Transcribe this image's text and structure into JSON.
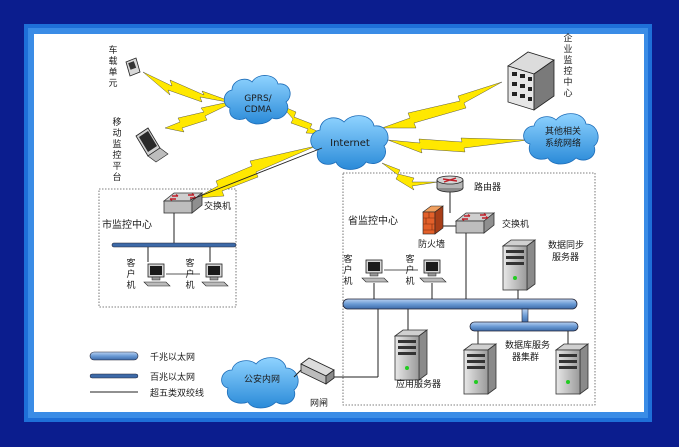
{
  "colors": {
    "background": "#0b1d8e",
    "panel": "#ffffff",
    "panel_border": "#1e6fd8",
    "cloud": "#4fb0ee",
    "bus": "#6a9ad4",
    "lightning": "#ffe800"
  },
  "labels": {
    "vehicle_unit": [
      "车",
      "载",
      "单",
      "元"
    ],
    "mobile_platform": [
      "移",
      "动",
      "监",
      "控",
      "平",
      "台"
    ],
    "enterprise_center": [
      "企",
      "业",
      "监",
      "控",
      "中",
      "心"
    ],
    "gprs_cloud": [
      "GPRS/",
      "CDMA"
    ],
    "internet_cloud": "Internet",
    "other_network": [
      "其他相关",
      "系统网络"
    ],
    "router": "路由器",
    "city_center": "市监控中心",
    "city_switch": "交换机",
    "province_center": "省监控中心",
    "firewall": "防火墙",
    "province_switch": "交换机",
    "sync_server": [
      "数据同步",
      "服务器"
    ],
    "client": [
      "客",
      "户",
      "机"
    ],
    "db_cluster": [
      "数据库服务",
      "器集群"
    ],
    "app_server": "应用服务器",
    "police_network": "公安内网",
    "gateway": "网闸"
  },
  "legend": {
    "gigabit": "千兆以太网",
    "fast": "百兆以太网",
    "cat5e": "超五类双绞线"
  }
}
